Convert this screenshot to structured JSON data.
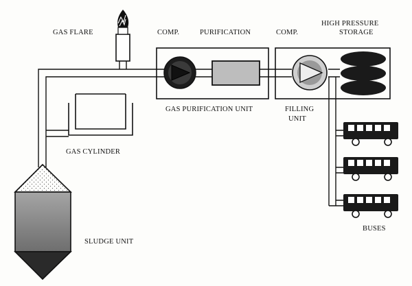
{
  "labels": {
    "gas_flare": "GAS FLARE",
    "comp_1": "COMP.",
    "purification": "PURIFICATION",
    "comp_2": "COMP.",
    "high_pressure_1": "HIGH PRESSURE",
    "high_pressure_2": "STORAGE",
    "gas_purification_unit": "GAS PURIFICATION UNIT",
    "filling_unit_1": "FILLING",
    "filling_unit_2": "UNIT",
    "gas_cylinder": "GAS CYLINDER",
    "sludge_unit": "SLUDGE UNIT",
    "buses": "BUSES"
  },
  "colors": {
    "line": "#111111",
    "pipe_fill": "#ffffff",
    "purifier_fill": "#bdbdbd",
    "sludge_fill": "#8e8e8e",
    "sludge_bottom": "#2a2a2a",
    "storage_fill": "#1a1a1a"
  }
}
